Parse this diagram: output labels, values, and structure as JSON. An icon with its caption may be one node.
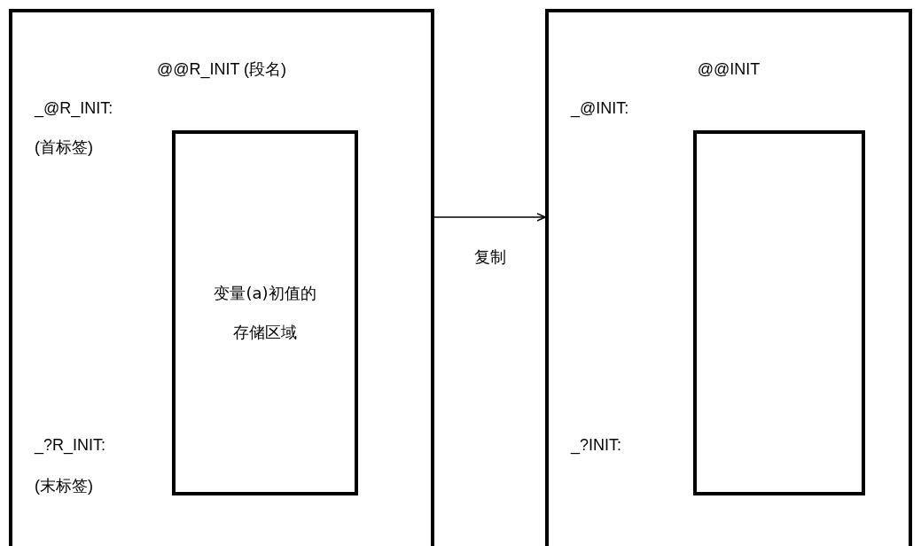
{
  "diagram": {
    "nodes": [
      {
        "text": [
          "@@R_INIT (段名)",
          "_@R_INIT:",
          "(首标签)",
          "_?R_INIT:",
          "(末标签)"
        ]
      },
      {
        "text": [
          "变量(a)初值的存储区域"
        ],
        "in": 0
      },
      {
        "text": [
          "@@INIT",
          "_@INIT:",
          "_?INIT:"
        ]
      },
      {
        "text": [],
        "shape": "box",
        "in": 2
      }
    ],
    "edges": [
      {
        "from": 0,
        "to": 2,
        "arrow": "to",
        "label": "复制"
      }
    ]
  }
}
